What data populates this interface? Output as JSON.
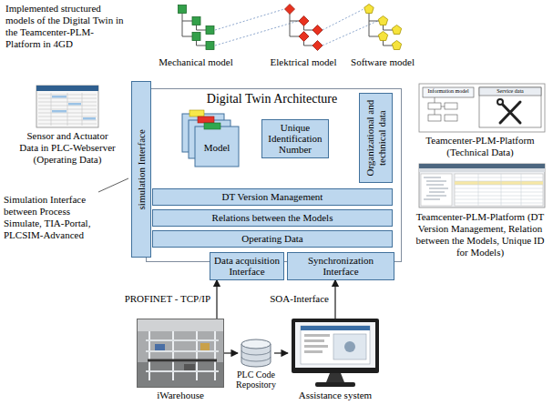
{
  "diagram": {
    "nodes": [
      {
        "text": [
          "Digital Twin Architecture"
        ]
      },
      {
        "text": [
          "simulation Interface"
        ],
        "in": 0
      },
      {
        "text": [
          "Model"
        ],
        "in": 0
      },
      {
        "text": [
          "Unique Identification Number"
        ],
        "in": 0
      },
      {
        "text": [
          "Organizational and technical data"
        ],
        "in": 0
      },
      {
        "text": [
          "DT Version Management"
        ],
        "in": 0
      },
      {
        "text": [
          "Relations between the Models"
        ],
        "in": 0
      },
      {
        "text": [
          "Operating Data"
        ],
        "in": 0
      },
      {
        "text": [
          "Data acquisition Interface"
        ],
        "in": 0
      },
      {
        "text": [
          "Synchronization Interface"
        ],
        "in": 0
      },
      {
        "text": [
          "iWarehouse"
        ]
      },
      {
        "text": [
          "PLC Code Repository"
        ]
      },
      {
        "text": [
          "Assistance system"
        ]
      }
    ],
    "edges": [
      {
        "from": 10,
        "to": 8,
        "arrow": "to",
        "label": "PROFINET - TCP/IP"
      },
      {
        "from": 10,
        "to": 11,
        "arrow": "to"
      },
      {
        "from": 11,
        "to": 12,
        "arrow": "to"
      },
      {
        "from": 12,
        "to": 9,
        "arrow": "to",
        "label": "SOA-Interface"
      }
    ],
    "labels": [
      "Implemented structured models of the Digital Twin in the Teamcenter-PLM-Platform in 4GD",
      "Mechanical model",
      "Elektrical model",
      "Software model",
      "Sensor and Actuator Data in PLC-Webserver (Operating Data)",
      "Simulation Interface between Process Simulate, TIA-Portal, PLCSIM-Advanced",
      "Information model",
      "Service data",
      "Teamcenter-PLM-Platform (Technical Data)",
      "Teamcenter-PLM-Platform (DT Version Management, Relation between the Models, Unique ID for Models)"
    ]
  }
}
